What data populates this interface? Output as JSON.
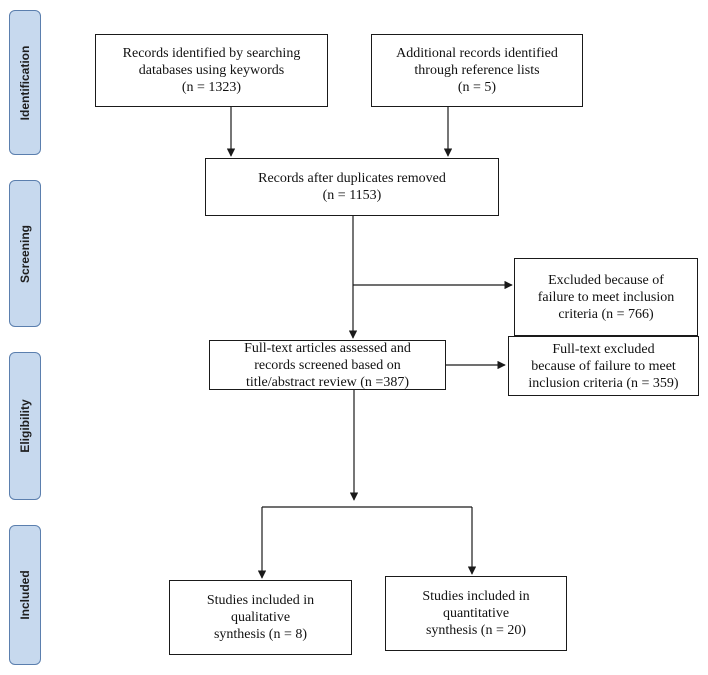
{
  "phases": {
    "identification": "Identification",
    "screening": "Screening",
    "eligibility": "Eligibility",
    "included": "Included"
  },
  "boxes": {
    "identified": [
      "Records identified by searching",
      "databases using keywords",
      "(n = 1323)"
    ],
    "additional": [
      "Additional records identified",
      "through reference lists",
      "(n = 5)"
    ],
    "after_duplicates": [
      "Records after duplicates removed",
      "(n = 1153)"
    ],
    "excluded_screening": [
      "Excluded because of",
      "failure to meet inclusion",
      "criteria  (n = 766)"
    ],
    "fulltext_assessed": [
      "Full-text articles assessed and",
      "records screened based on",
      "title/abstract review (n =387)"
    ],
    "fulltext_excluded": [
      "Full-text excluded",
      "because of failure to meet",
      "inclusion criteria (n = 359)"
    ],
    "qualitative": [
      "Studies included in",
      "qualitative",
      "synthesis (n = 8)"
    ],
    "quantitative": [
      "Studies included in",
      "quantitative",
      "synthesis (n = 20)"
    ]
  },
  "colors": {
    "phase_fill": "#c7d9ee",
    "phase_border": "#5b7fae",
    "line": "#1a1a1a"
  }
}
